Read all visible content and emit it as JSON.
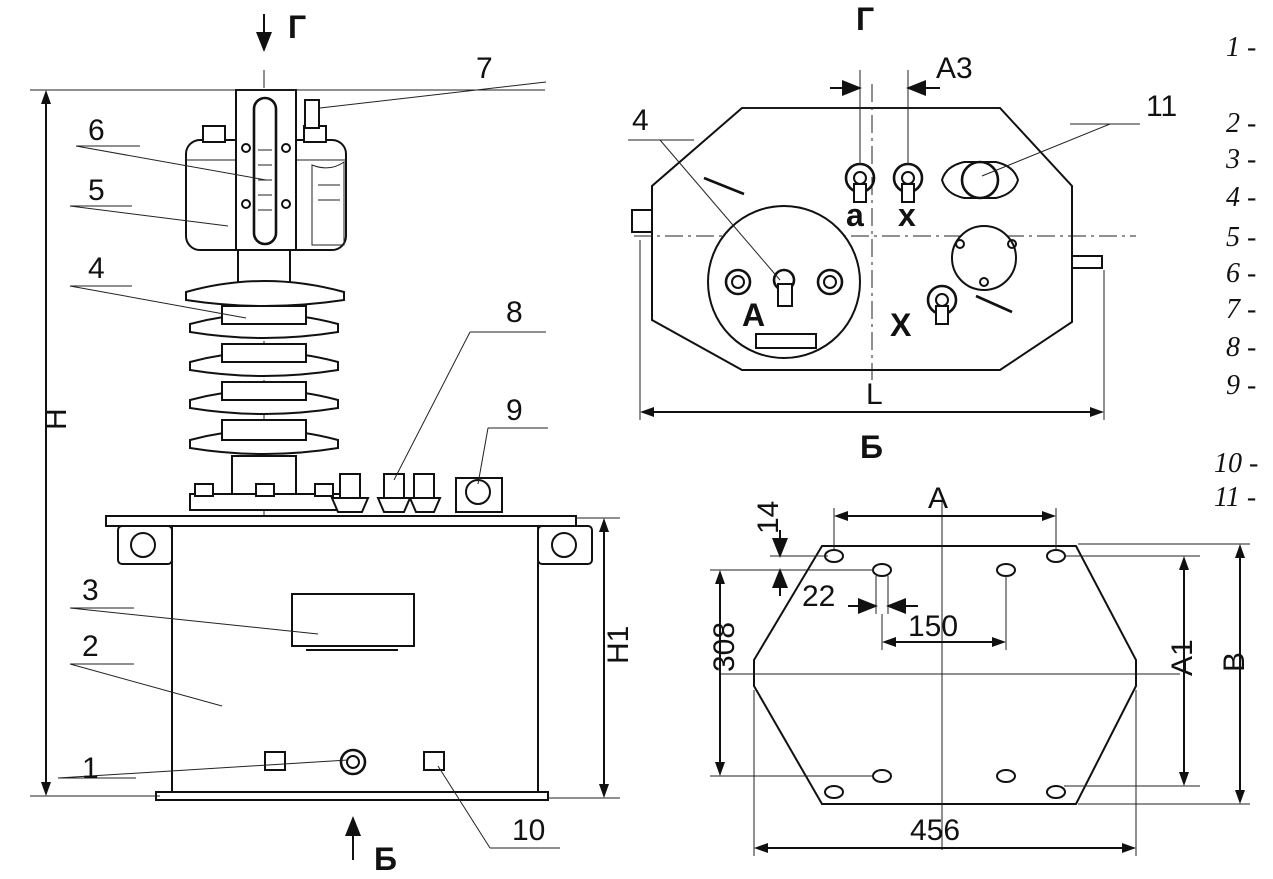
{
  "view_labels": {
    "top": "Г",
    "bottom": "Б"
  },
  "callouts": [
    "1",
    "2",
    "3",
    "4",
    "5",
    "6",
    "7",
    "8",
    "9",
    "10",
    "11"
  ],
  "top_view": {
    "terminal_a": "а",
    "terminal_x": "х",
    "terminal_A": "А",
    "terminal_X": "Х",
    "dim_A3": "А3",
    "dim_L": "L",
    "callout_4": "4",
    "callout_11": "11"
  },
  "base_view": {
    "dim_A": "А",
    "dim_A1": "А1",
    "dim_B": "В",
    "dim_14": "14",
    "dim_22": "22",
    "dim_150": "150",
    "dim_308": "308",
    "dim_456": "456"
  },
  "front_dims": {
    "H": "Н",
    "H1": "Н1"
  },
  "legend": [
    "1 -",
    "2 -",
    "3 -",
    "4 -",
    "5 -",
    "6 -",
    "7 -",
    "8 -",
    "9 -",
    "10 -",
    "11 -"
  ]
}
